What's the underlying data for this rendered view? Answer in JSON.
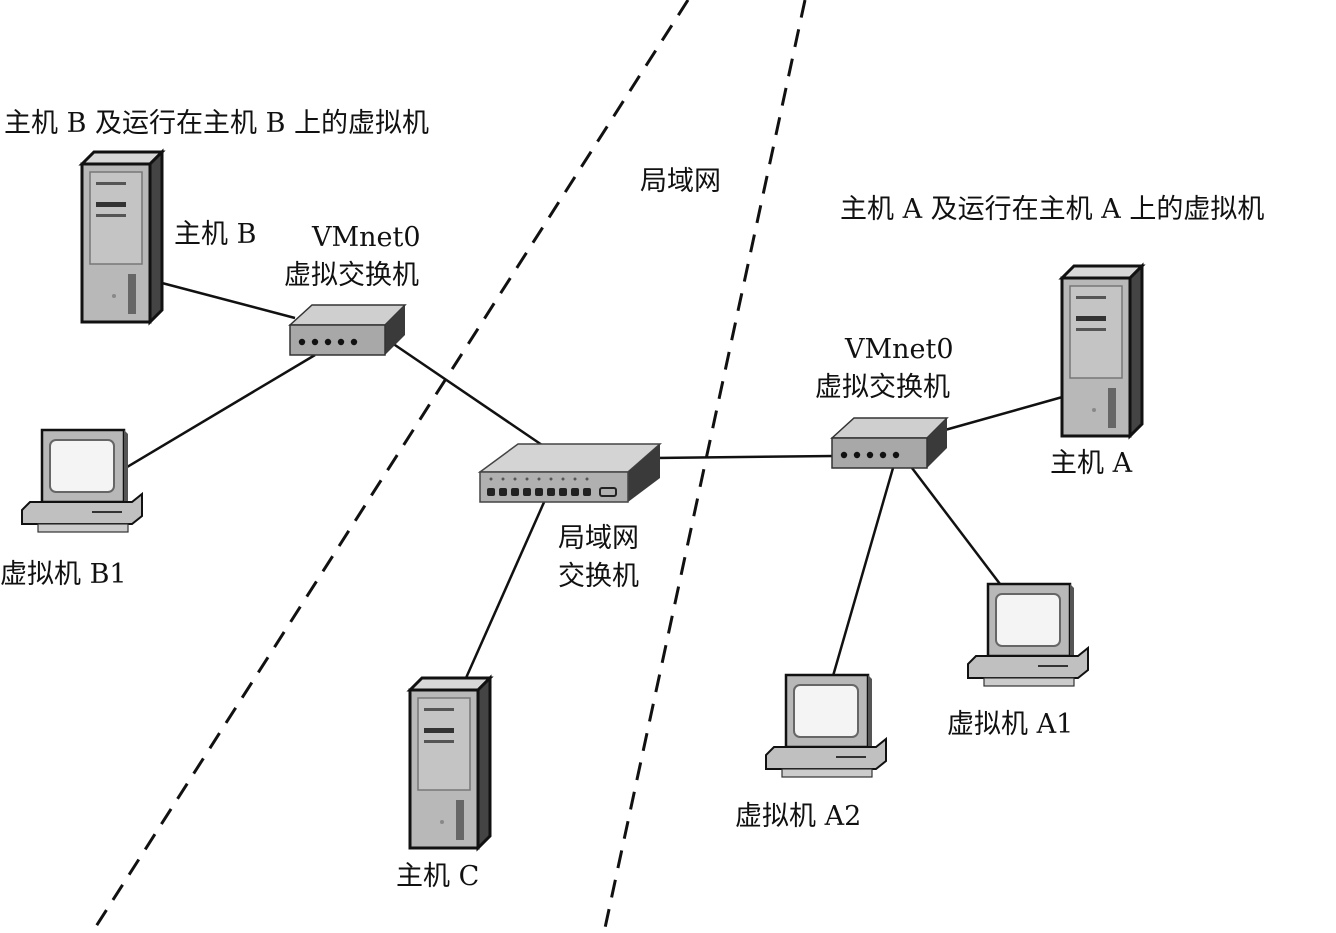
{
  "regions": {
    "host_b_group": "主机 B 及运行在主机 B 上的虚拟机",
    "lan": "局域网",
    "host_a_group": "主机 A 及运行在主机 A 上的虚拟机"
  },
  "nodes": {
    "host_b": "主机 B",
    "vmnet_b_name": "VMnet0",
    "vmnet_b_desc": "虚拟交换机",
    "vm_b1": "虚拟机 B1",
    "lan_switch_line1": "局域网",
    "lan_switch_line2": "交换机",
    "host_c": "主机 C",
    "vmnet_a_name": "VMnet0",
    "vmnet_a_desc": "虚拟交换机",
    "host_a": "主机 A",
    "vm_a1": "虚拟机 A1",
    "vm_a2": "虚拟机 A2"
  },
  "colors": {
    "device_body": "#b5b5b5",
    "device_dark": "#555555",
    "line": "#111111"
  }
}
